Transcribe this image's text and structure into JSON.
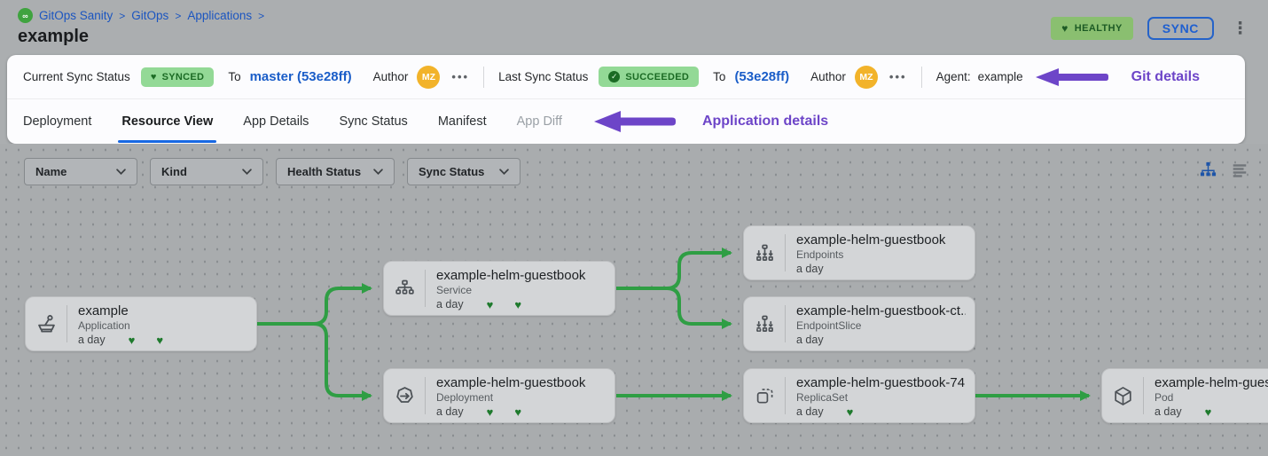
{
  "colors": {
    "link_blue": "#1b55c0",
    "revision_blue": "#1a5dc8",
    "tab_underline_blue": "#1768e3",
    "badge_green_bg": "#93d996",
    "badge_green_text": "#1b6b24",
    "healthy_badge_bg": "#8abf70",
    "connector_green": "#2f9e44",
    "annotation_purple": "#6d45c8",
    "avatar_bg": "#f2b32a",
    "canvas_bg": "#a9acae",
    "node_bg": "#d3d5d7"
  },
  "header": {
    "breadcrumb": {
      "items": [
        {
          "label": "GitOps Sanity"
        },
        {
          "label": "GitOps"
        },
        {
          "label": "Applications"
        }
      ],
      "separator": ">"
    },
    "title": "example",
    "health_badge": "HEALTHY",
    "sync_button": "SYNC"
  },
  "status_bar": {
    "current": {
      "label": "Current Sync Status",
      "badge": "SYNCED",
      "to": "To",
      "revision": "master (53e28ff)",
      "author": "Author",
      "avatar": "MZ"
    },
    "last": {
      "label": "Last Sync Status",
      "badge": "SUCCEEDED",
      "to": "To",
      "revision": "(53e28ff)",
      "author": "Author",
      "avatar": "MZ"
    },
    "agent": {
      "label": "Agent:",
      "value": "example"
    },
    "annotation": "Git details"
  },
  "tabs": {
    "items": [
      {
        "label": "Deployment"
      },
      {
        "label": "Resource View"
      },
      {
        "label": "App Details"
      },
      {
        "label": "Sync Status"
      },
      {
        "label": "Manifest"
      },
      {
        "label": "App Diff"
      }
    ],
    "active": "Resource View",
    "annotation": "Application details"
  },
  "filters": {
    "name": "Name",
    "kind": "Kind",
    "health": "Health Status",
    "sync": "Sync Status"
  },
  "canvas": {
    "nodes": [
      {
        "title": "example",
        "kind": "Application",
        "age": "a day",
        "hearts": 2
      },
      {
        "title": "example-helm-guestbook",
        "kind": "Service",
        "age": "a day",
        "hearts": 2
      },
      {
        "title": "example-helm-guestbook",
        "kind": "Deployment",
        "age": "a day",
        "hearts": 2
      },
      {
        "title": "example-helm-guestbook",
        "kind": "Endpoints",
        "age": "a day",
        "hearts": 0
      },
      {
        "title": "example-helm-guestbook-ct...",
        "kind": "EndpointSlice",
        "age": "a day",
        "hearts": 0
      },
      {
        "title": "example-helm-guestbook-74...",
        "kind": "ReplicaSet",
        "age": "a day",
        "hearts": 1
      },
      {
        "title": "example-helm-guest",
        "kind": "Pod",
        "age": "a day",
        "hearts": 1
      }
    ]
  }
}
